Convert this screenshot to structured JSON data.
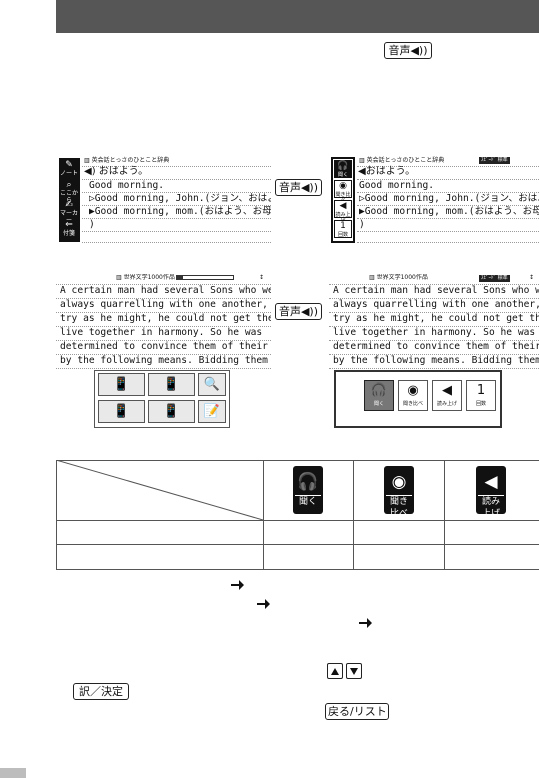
{
  "header": {},
  "keys": {
    "onsei": "音声◀))",
    "onsei_btn": "音声◀))",
    "yaku_kettei": "訳／決定",
    "modoru_list": "戻る/リスト"
  },
  "screen1": {
    "dict_title": "英会話とっさのひとこと辞典",
    "sidebar": [
      {
        "sym": "✎",
        "label": "ノート"
      },
      {
        "sym": "⌕",
        "label": "ここから"
      },
      {
        "sym": "✍",
        "label": "マーカー"
      },
      {
        "sym": "⇐",
        "label": "付箋"
      }
    ],
    "lines": [
      "◀) おはよう。",
      "Good morning.",
      "▷Good morning, John.(ジョン、おはよう)",
      "▶Good morning, mom.(おはよう、お母さん",
      ")"
    ]
  },
  "screen2": {
    "dict_title": "英会話とっさのひとこと辞典",
    "badge": "ｽﾋﾟｰﾄﾞ 標準",
    "sidebar": [
      {
        "sym": "🎧",
        "label": "聞く"
      },
      {
        "sym": "◉",
        "label": "聞き比べ"
      },
      {
        "sym": "◀",
        "label": "読み上げ"
      },
      {
        "sym": "1",
        "label": "回数"
      }
    ],
    "lines": [
      "◀おはよう。",
      "Good morning.",
      "▷Good morning, John.(ジョン、おはよう)",
      "▶Good morning, mom.(おはよう、お母さん",
      ")"
    ]
  },
  "screen3": {
    "dict_title": "世界文学1000作品",
    "corner": "↕",
    "lines": [
      "A certain man had several Sons who were",
      "always quarrelling with one another, and,",
      "try as he might, he could not get them to",
      "live together in harmony. So he was",
      "determined to convince them of their folly",
      "by the following means. Bidding them fetch"
    ],
    "tiles": [
      "📱",
      "📱",
      "🔍",
      "📱",
      "📱",
      "📝"
    ]
  },
  "screen4": {
    "dict_title": "世界文学1000作品",
    "badge": "ｽﾋﾟｰﾄﾞ 標準",
    "corner": "↕",
    "lines": [
      "A certain man had several Sons who were",
      "always quarrelling with one another, and,",
      "try as he might, he could not get them to",
      "live together in harmony. So he was",
      "determined to convince them of their folly",
      "by the following means. Bidding them fetch"
    ],
    "tiles": [
      {
        "sym": "🎧",
        "label": "聞く"
      },
      {
        "sym": "◉",
        "label": "聞き比べ"
      },
      {
        "sym": "◀",
        "label": "読み上げ"
      },
      {
        "sym": "1",
        "label": "回数"
      }
    ]
  },
  "table": {
    "headers": [
      {
        "icon": "headphones-icon",
        "label": "聞く"
      },
      {
        "icon": "compare-voice-icon",
        "label": "聞き比べ"
      },
      {
        "icon": "speaker-icon",
        "label": "読み上げ"
      }
    ]
  }
}
